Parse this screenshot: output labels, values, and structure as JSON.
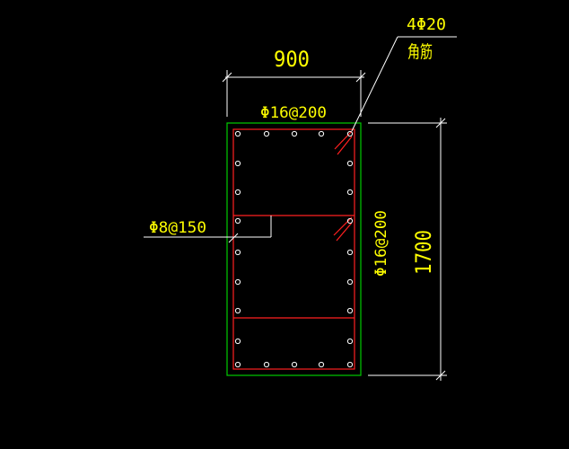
{
  "colors": {
    "background": "#000000",
    "outline": "#00cc00",
    "stirrup": "#ff2020",
    "rebar": "#ffffff",
    "annotation": "#ffffff",
    "text": "#ffff00"
  },
  "dimensions": {
    "width_label": "900",
    "height_label": "1700"
  },
  "labels": {
    "top_bars": "Φ16@200",
    "side_bars": "Φ16@200",
    "stirrups": "Φ8@150",
    "corner_bars_count": "4Φ20",
    "corner_bars_name": "角筋"
  }
}
